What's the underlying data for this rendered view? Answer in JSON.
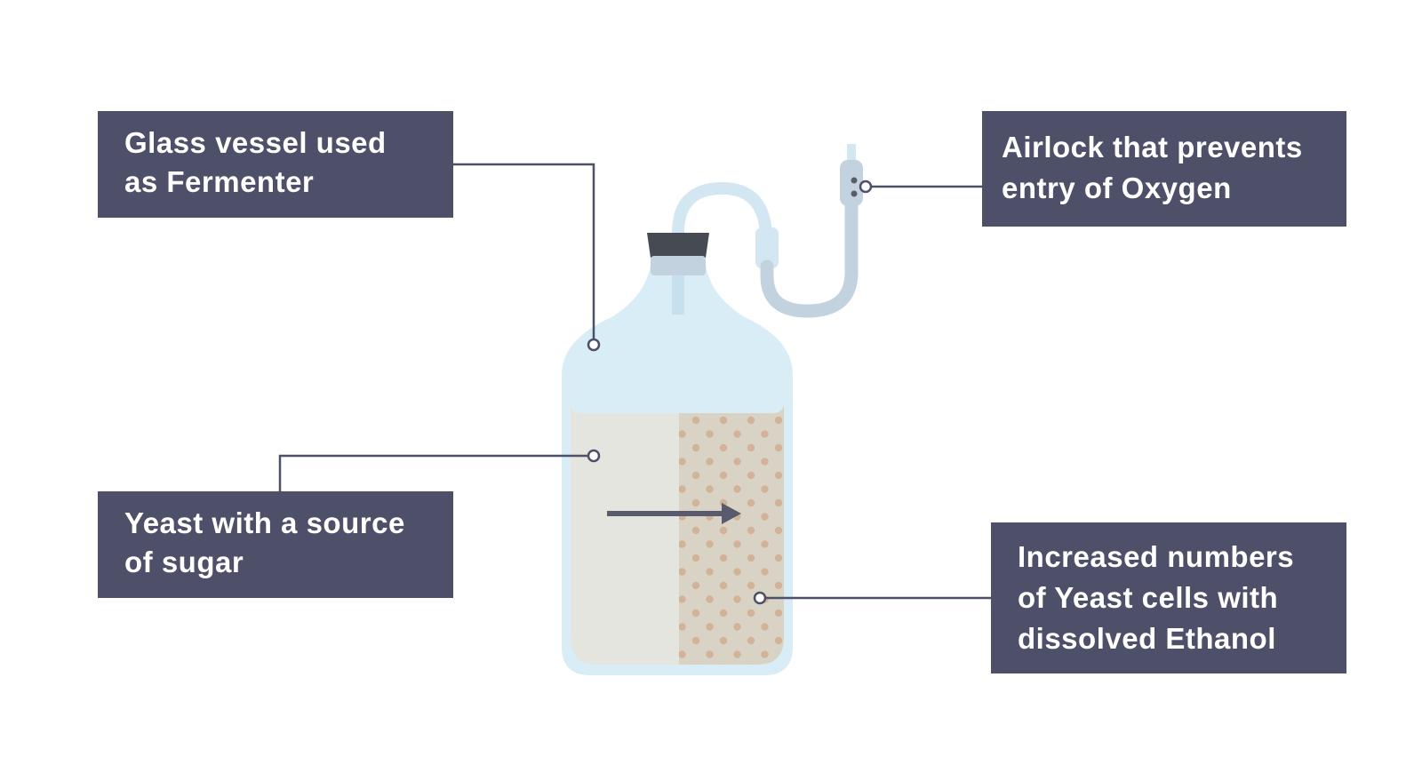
{
  "labels": {
    "glass_vessel": [
      "Glass vessel used",
      "as Fermenter"
    ],
    "yeast_sugar": [
      "Yeast with a source",
      "of sugar"
    ],
    "airlock": [
      "Airlock that prevents",
      "entry of Oxygen"
    ],
    "increased_yeast": [
      "Increased numbers",
      "of Yeast cells with",
      "dissolved Ethanol"
    ]
  },
  "colors": {
    "label_background": "#4e4f68",
    "label_text": "#ffffff",
    "glass": "#d9edf6",
    "liquid_before": "#e4e5de",
    "liquid_after": "#d9d3c5",
    "yeast_dot": "#d2b398",
    "stopper": "#464a52",
    "tube": "#c2d3df",
    "leader_line": "#4e4f68",
    "arrow": "#5a5a6e"
  }
}
